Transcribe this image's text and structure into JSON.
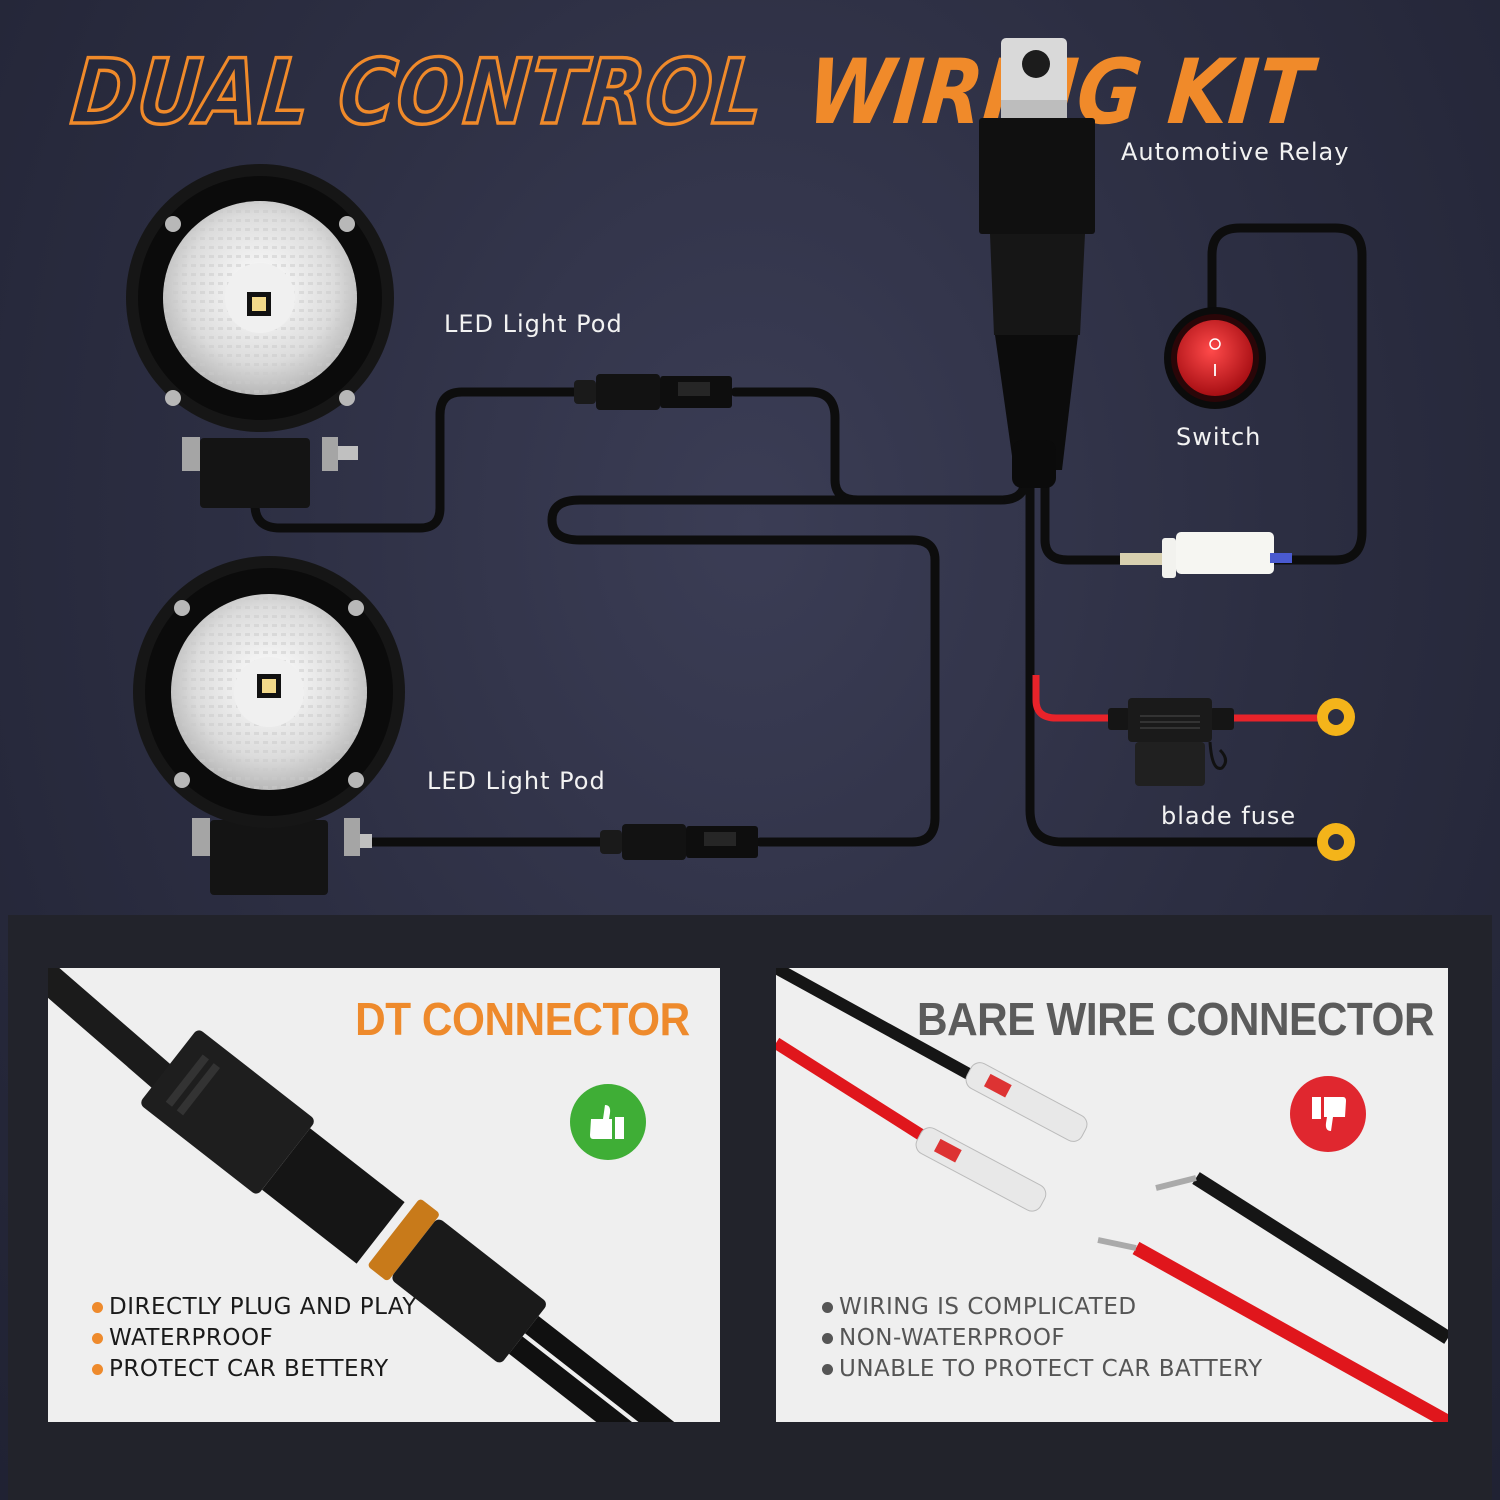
{
  "title": {
    "outline_text": "DUAL CONTROL",
    "solid_text": "WIRING KIT",
    "color": "#f08a2a"
  },
  "diagram": {
    "labels": {
      "relay": "Automotive Relay",
      "switch": "Switch",
      "pod_top": "LED Light Pod",
      "pod_bottom": "LED Light Pod",
      "fuse": "blade fuse"
    },
    "switch_symbols": {
      "off": "O",
      "on": "I"
    },
    "colors": {
      "wire": "#111111",
      "power_wire": "#e8232a",
      "ring_terminal": "#f4b41a",
      "switch_red": "#d81f26"
    }
  },
  "comparison": {
    "good": {
      "title": "DT CONNECTOR",
      "icon": "thumbs-up-icon",
      "badge_color": "#3fae36",
      "features": [
        "DIRECTLY PLUG AND PLAY",
        "WATERPROOF",
        "PROTECT CAR BETTERY"
      ]
    },
    "bad": {
      "title": "BARE WIRE CONNECTOR",
      "icon": "thumbs-down-icon",
      "badge_color": "#e0272f",
      "features": [
        "WIRING IS COMPLICATED",
        "NON-WATERPROOF",
        "UNABLE TO PROTECT CAR BATTERY"
      ]
    }
  }
}
